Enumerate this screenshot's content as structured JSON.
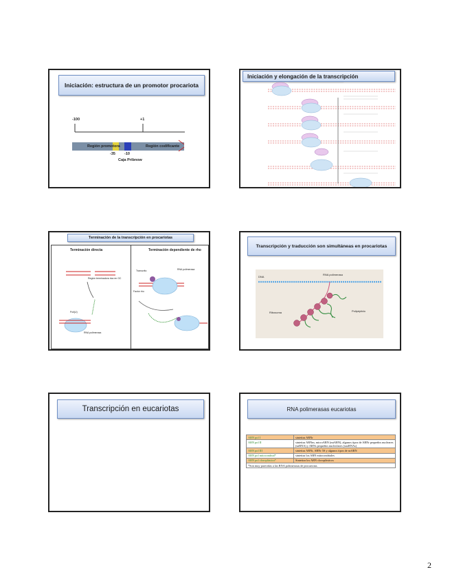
{
  "slides": [
    {
      "title": "Iniciación: estructura de un promotor procariota",
      "labels": {
        "minus100": "-100",
        "plus1": "+1",
        "promoter_region": "Región promotora",
        "coding_region": "Región codificante",
        "minus35": "-35",
        "minus10": "-10",
        "pribnow_box": "Caja Pribnow"
      }
    },
    {
      "title": "Iniciación y elongación de la transcripción"
    },
    {
      "title": "Terminación de la transcripción en procariotas",
      "labels": {
        "direct": "Terminación directa",
        "rho": "Terminación dependiente de rho",
        "stem_loop": "Región terminadora rica en GC",
        "rna_pol_left": "RNA polimerasa",
        "transcript": "Transcrito",
        "rna_pol_right": "RNA polimerasa",
        "rho_factor": "Factor rho",
        "poly_u": "Poli(U)"
      }
    },
    {
      "title": "Transcripción y traducción son simultáneas en procariotas",
      "labels": {
        "dna": "DNA",
        "rna_pol": "RNA polimerasa",
        "ribosome": "Ribosoma",
        "polypeptide": "Polipéptido"
      }
    },
    {
      "title": "Transcripción en eucariotas"
    },
    {
      "title": "RNA polimerasas eucariotas",
      "table": [
        {
          "name": "ARN pol I",
          "desc": "sintetiza ARNr",
          "shade": true
        },
        {
          "name": "ARN pol II",
          "desc": "sintetiza ARNm, microARN (miARN), algunos tipos de ARNr pequeños nucleares (snRNA) y ARNs pequeños nucleolares (snoRNAs)",
          "shade": false
        },
        {
          "name": "ARN pol III",
          "desc": "sintetiza ARNt, ARNr 5S y algunos tipos de snARN",
          "shade": true
        },
        {
          "name": "ARN pol mitocondrial*",
          "desc": "sintetiza los ARN mitocondriales",
          "shade": false
        },
        {
          "name": "ARN pol cloroplástica*",
          "desc": "Sintetiza los ARN cloroplásticos",
          "shade": true
        }
      ],
      "footnote": "*Son muy parecidas a las RNA polimerasas de procariotas."
    }
  ],
  "page_number": "2"
}
